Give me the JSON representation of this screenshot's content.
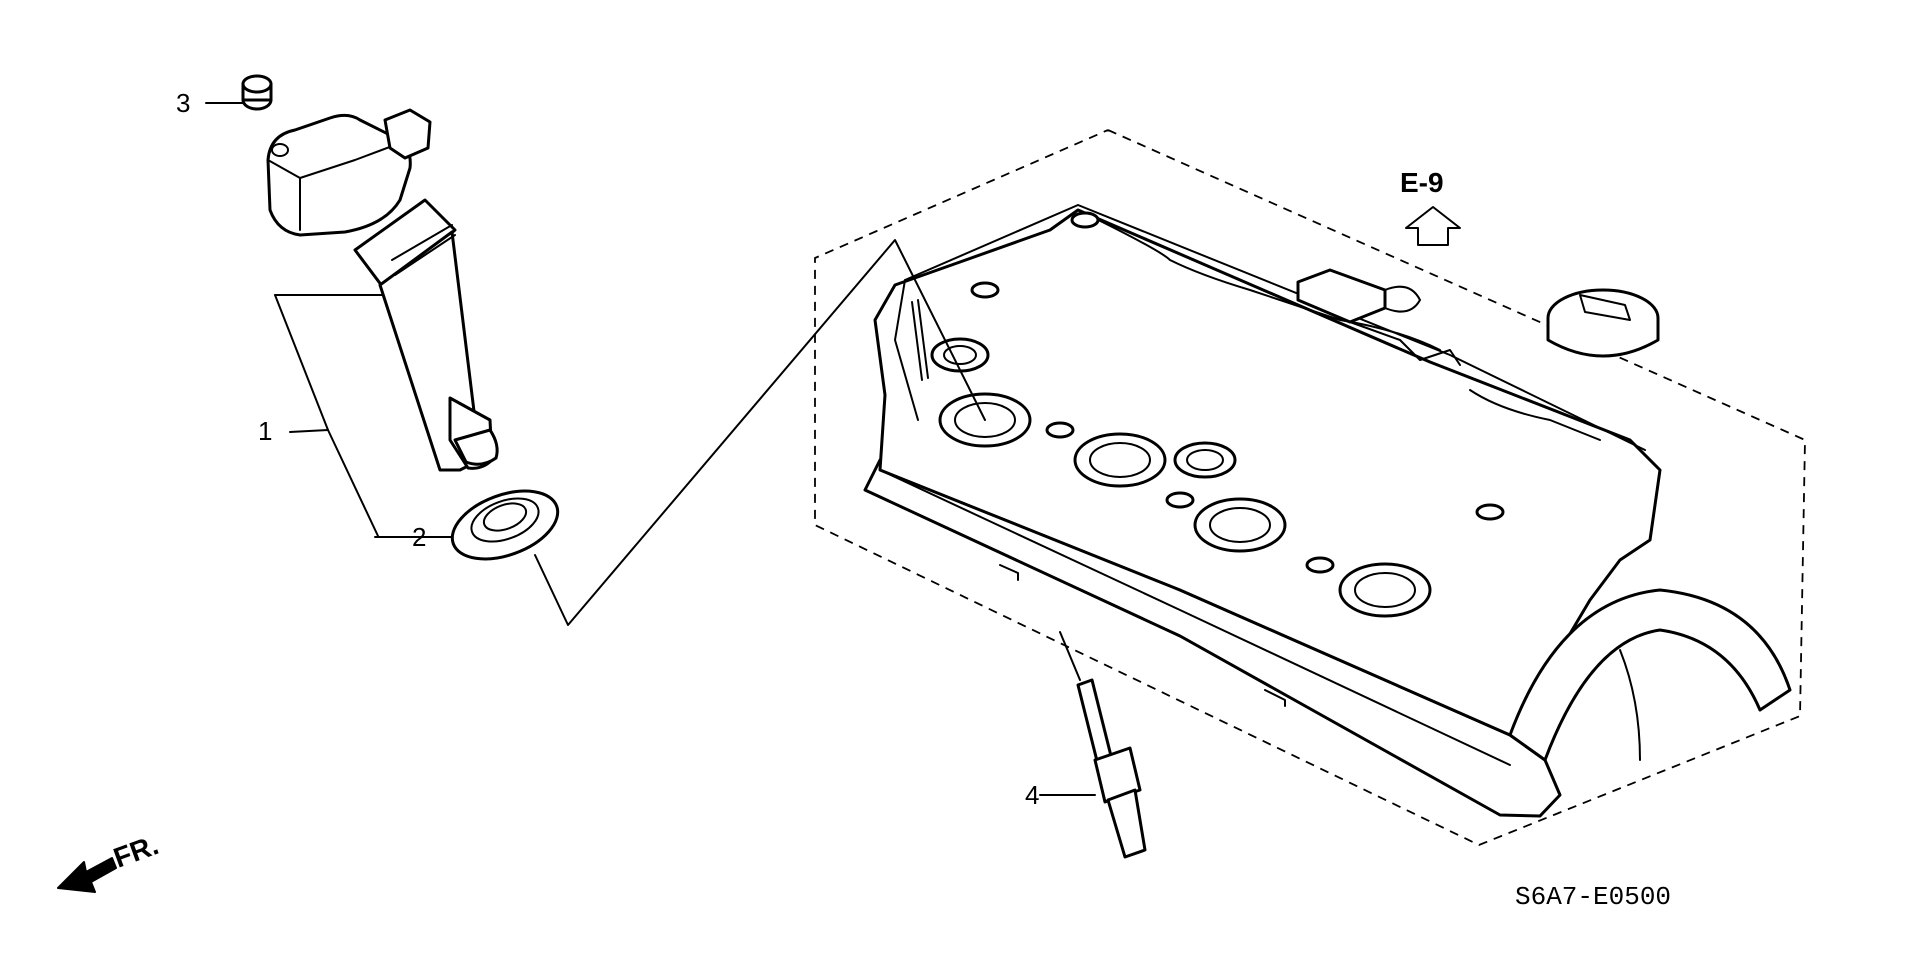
{
  "diagram": {
    "labels": {
      "part_1": "1",
      "part_2": "2",
      "part_3": "3",
      "part_4": "4",
      "reference": "E-9",
      "front": "FR.",
      "drawing_code": "S6A7-E0500"
    },
    "colors": {
      "line": "#000000",
      "background": "#ffffff"
    }
  }
}
